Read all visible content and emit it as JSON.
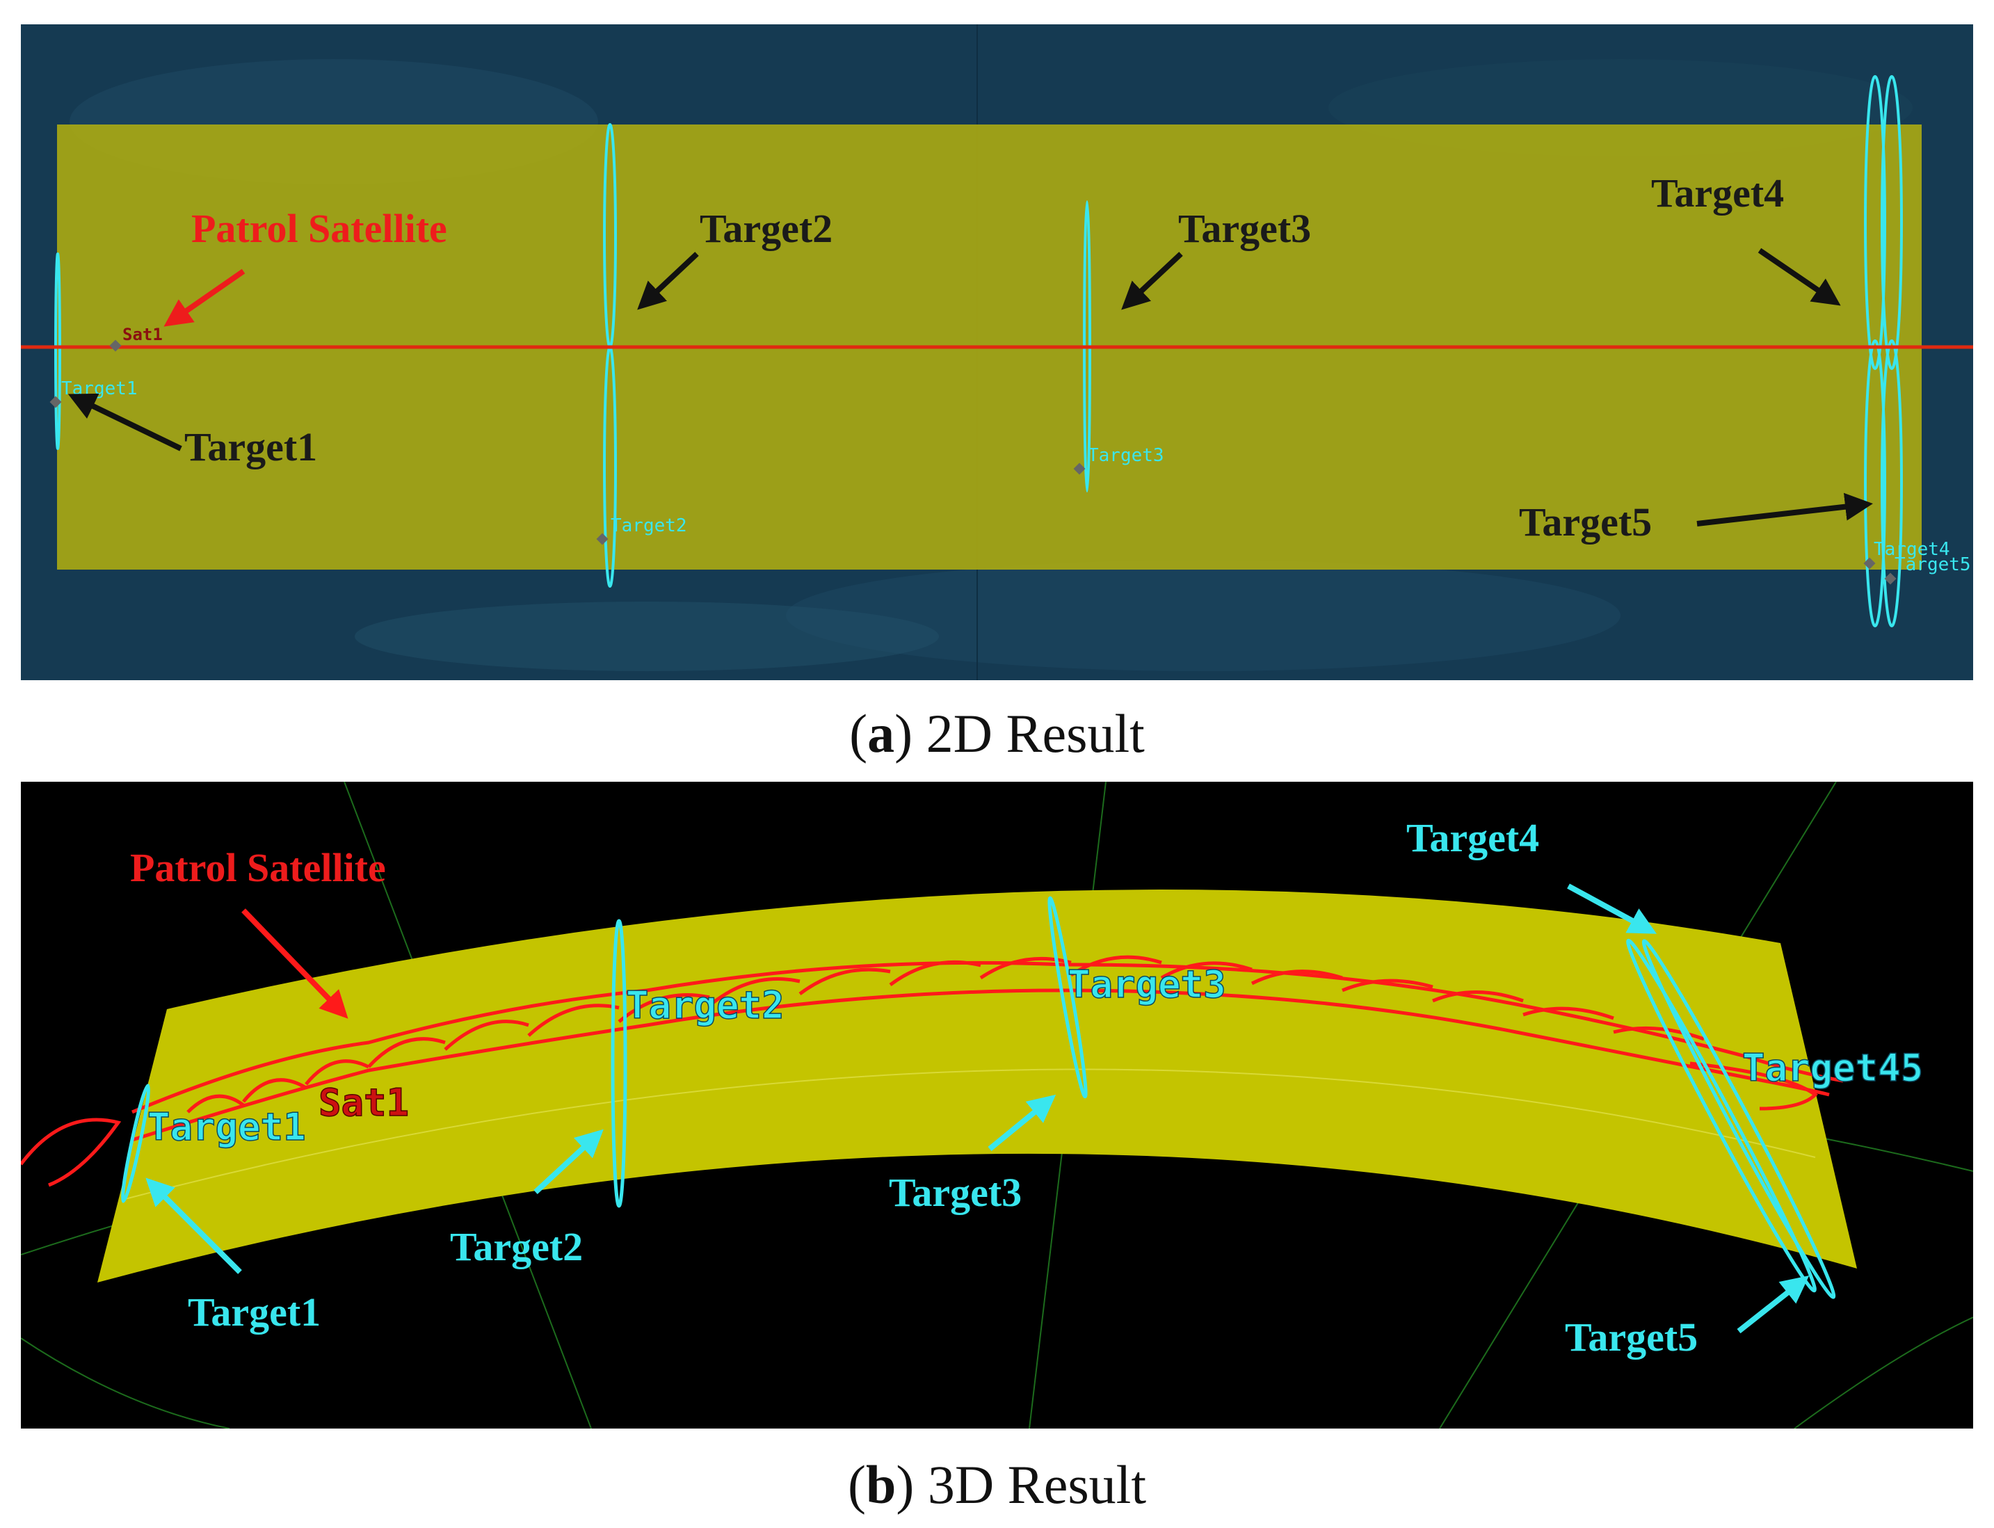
{
  "panel_a": {
    "caption_letter": "a",
    "caption_text": "2D Result",
    "labels": {
      "patrol": "Patrol Satellite",
      "target1": "Target1",
      "target2": "Target2",
      "target3": "Target3",
      "target4": "Target4",
      "target5": "Target5"
    },
    "map_tags": {
      "sat": "Sat1",
      "t1": "Target1",
      "t2": "Target2",
      "t3": "Target3",
      "t4": "Target4",
      "t5": "Target5"
    },
    "colors": {
      "background": "#153a52",
      "coverage": "#a8a813",
      "track": "#e02a10",
      "orbit": "#39e6ee"
    }
  },
  "panel_b": {
    "caption_letter": "b",
    "caption_text": "3D Result",
    "labels": {
      "patrol": "Patrol Satellite",
      "target1": "Target1",
      "target2": "Target2",
      "target3": "Target3",
      "target4": "Target4",
      "target5": "Target5"
    },
    "scene_tags": {
      "sat": "Sat1",
      "t1": "Target1",
      "t2": "Target2",
      "t3": "Target3",
      "t45": "Target45"
    },
    "colors": {
      "background": "#000000",
      "coverage": "#c4c400",
      "track": "#ff1a1a",
      "orbit": "#39e6ee",
      "grid": "#1c6b1c"
    }
  }
}
